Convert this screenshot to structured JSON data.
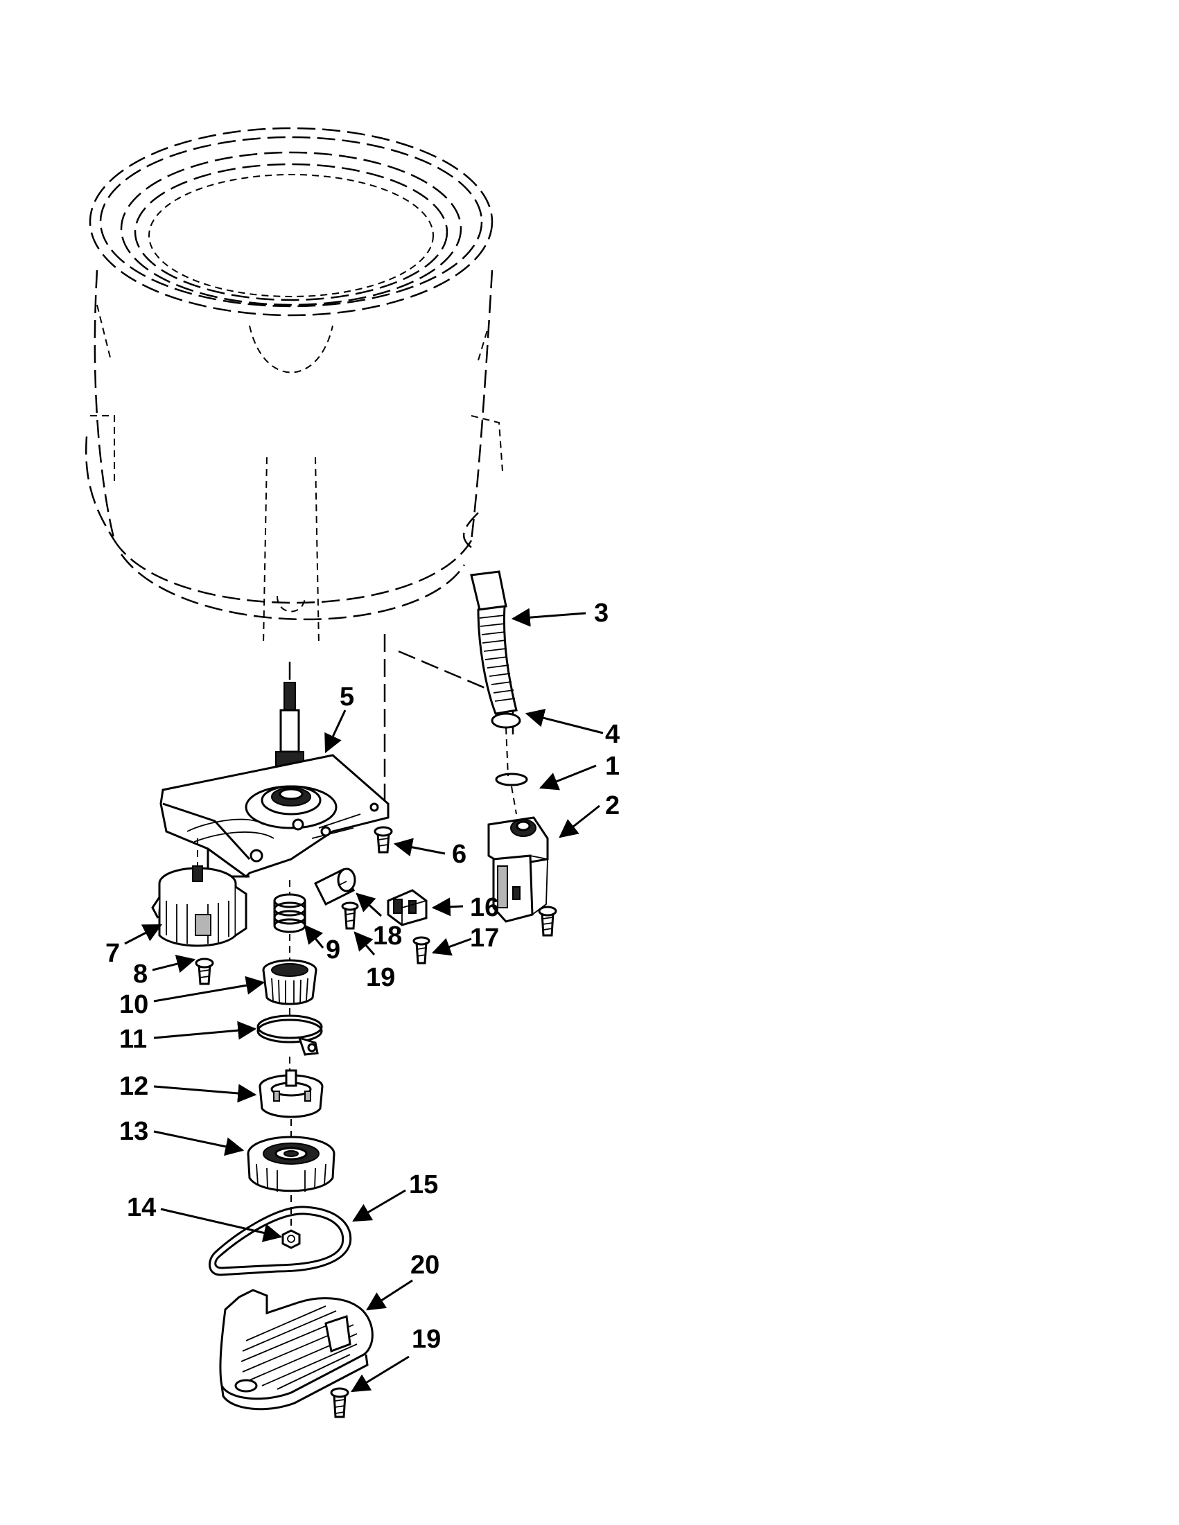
{
  "diagram": {
    "callouts": [
      {
        "id": "callout-3",
        "label": "3"
      },
      {
        "id": "callout-4",
        "label": "4"
      },
      {
        "id": "callout-1",
        "label": "1"
      },
      {
        "id": "callout-2",
        "label": "2"
      },
      {
        "id": "callout-5",
        "label": "5"
      },
      {
        "id": "callout-6",
        "label": "6"
      },
      {
        "id": "callout-16",
        "label": "16"
      },
      {
        "id": "callout-17",
        "label": "17"
      },
      {
        "id": "callout-18",
        "label": "18"
      },
      {
        "id": "callout-19a",
        "label": "19"
      },
      {
        "id": "callout-7",
        "label": "7"
      },
      {
        "id": "callout-8",
        "label": "8"
      },
      {
        "id": "callout-9",
        "label": "9"
      },
      {
        "id": "callout-10",
        "label": "10"
      },
      {
        "id": "callout-11",
        "label": "11"
      },
      {
        "id": "callout-12",
        "label": "12"
      },
      {
        "id": "callout-13",
        "label": "13"
      },
      {
        "id": "callout-14",
        "label": "14"
      },
      {
        "id": "callout-15",
        "label": "15"
      },
      {
        "id": "callout-20",
        "label": "20"
      },
      {
        "id": "callout-19b",
        "label": "19"
      }
    ]
  }
}
